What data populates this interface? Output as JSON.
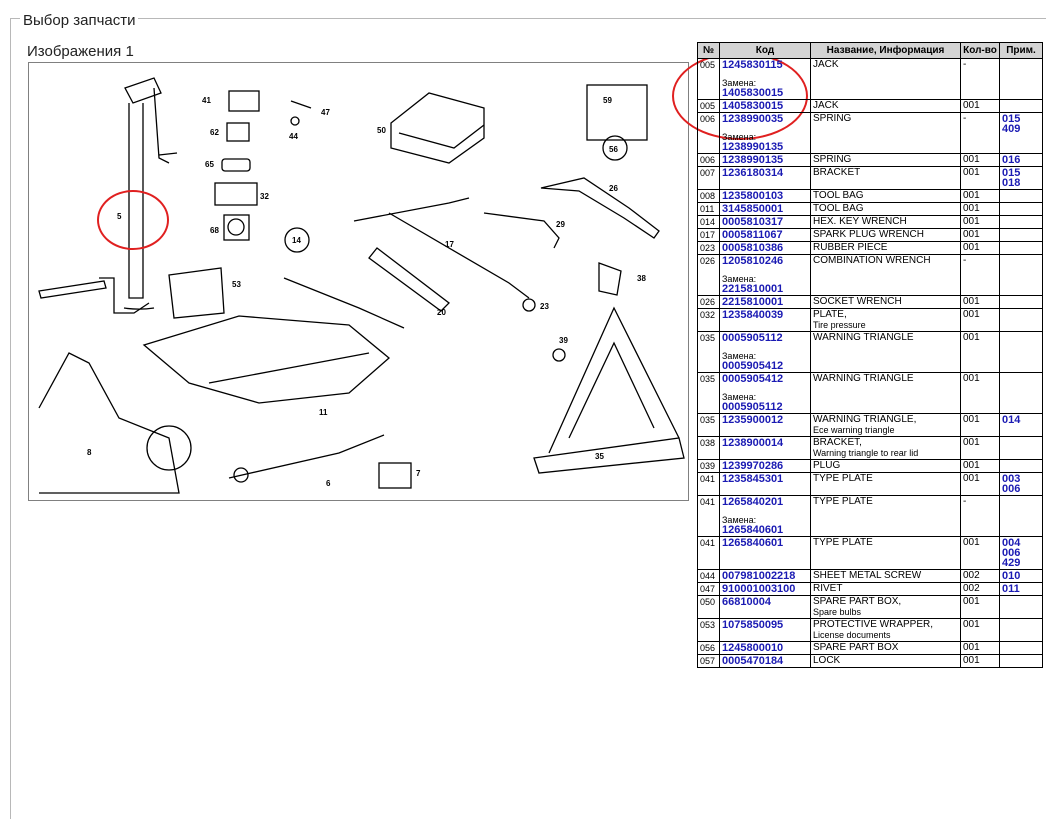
{
  "window": {
    "legend": "Выбор запчасти",
    "images_caption": "Изображения  1"
  },
  "diagram": {
    "labels": [
      "41",
      "47",
      "62",
      "44",
      "65",
      "32",
      "68",
      "50",
      "59",
      "56",
      "26",
      "5",
      "14",
      "17",
      "29",
      "53",
      "38",
      "20",
      "23",
      "39",
      "11",
      "35",
      "8",
      "6",
      "7"
    ]
  },
  "table": {
    "headers": {
      "pos": "№",
      "code": "Код",
      "name": "Название, Информация",
      "qty": "Кол-во",
      "note": "Прим."
    },
    "rows": [
      {
        "pos": "005",
        "code": "1245830115",
        "zamena_label": "Замена:",
        "zamena": "1405830015",
        "name": "JACK",
        "sub": "",
        "qty": "-",
        "note": ""
      },
      {
        "pos": "005",
        "code": "1405830015",
        "name": "JACK",
        "sub": "",
        "qty": "001",
        "note": ""
      },
      {
        "pos": "006",
        "code": "1238990035",
        "zamena_label": "Замена:",
        "zamena": "1238990135",
        "name": "SPRING",
        "sub": "",
        "qty": "-",
        "note": "015\n409"
      },
      {
        "pos": "006",
        "code": "1238990135",
        "name": "SPRING",
        "sub": "",
        "qty": "001",
        "note": "016"
      },
      {
        "pos": "007",
        "code": "1236180314",
        "name": "BRACKET",
        "sub": "",
        "qty": "001",
        "note": "015\n018"
      },
      {
        "pos": "008",
        "code": "1235800103",
        "name": "TOOL BAG",
        "sub": "",
        "qty": "001",
        "note": ""
      },
      {
        "pos": "011",
        "code": "3145850001",
        "name": "TOOL BAG",
        "sub": "",
        "qty": "001",
        "note": ""
      },
      {
        "pos": "014",
        "code": "0005810317",
        "name": "HEX. KEY WRENCH",
        "sub": "",
        "qty": "001",
        "note": ""
      },
      {
        "pos": "017",
        "code": "0005811067",
        "name": "SPARK PLUG WRENCH",
        "sub": "",
        "qty": "001",
        "note": ""
      },
      {
        "pos": "023",
        "code": "0005810386",
        "name": "RUBBER PIECE",
        "sub": "",
        "qty": "001",
        "note": ""
      },
      {
        "pos": "026",
        "code": "1205810246",
        "zamena_label": "Замена:",
        "zamena": "2215810001",
        "name": "COMBINATION WRENCH",
        "sub": "",
        "qty": "-",
        "note": ""
      },
      {
        "pos": "026",
        "code": "2215810001",
        "name": "SOCKET WRENCH",
        "sub": "",
        "qty": "001",
        "note": ""
      },
      {
        "pos": "032",
        "code": "1235840039",
        "name": "PLATE,",
        "sub": "Tire pressure",
        "qty": "001",
        "note": ""
      },
      {
        "pos": "035",
        "code": "0005905112",
        "zamena_label": "Замена:",
        "zamena": "0005905412",
        "name": "WARNING TRIANGLE",
        "sub": "",
        "qty": "001",
        "note": ""
      },
      {
        "pos": "035",
        "code": "0005905412",
        "zamena_label": "Замена:",
        "zamena": "0005905112",
        "name": "WARNING TRIANGLE",
        "sub": "",
        "qty": "001",
        "note": ""
      },
      {
        "pos": "035",
        "code": "1235900012",
        "name": "WARNING TRIANGLE,",
        "sub": "Ece warning triangle",
        "qty": "001",
        "note": "014"
      },
      {
        "pos": "038",
        "code": "1238900014",
        "name": "BRACKET,",
        "sub": "Warning triangle to rear lid",
        "qty": "001",
        "note": ""
      },
      {
        "pos": "039",
        "code": "1239970286",
        "name": "PLUG",
        "sub": "",
        "qty": "001",
        "note": ""
      },
      {
        "pos": "041",
        "code": "1235845301",
        "name": "TYPE PLATE",
        "sub": "",
        "qty": "001",
        "note": "003\n006"
      },
      {
        "pos": "041",
        "code": "1265840201",
        "zamena_label": "Замена:",
        "zamena": "1265840601",
        "name": "TYPE PLATE",
        "sub": "",
        "qty": "-",
        "note": ""
      },
      {
        "pos": "041",
        "code": "1265840601",
        "name": "TYPE PLATE",
        "sub": "",
        "qty": "001",
        "note": "004\n006\n429"
      },
      {
        "pos": "044",
        "code": "007981002218",
        "name": "SHEET METAL SCREW",
        "sub": "",
        "qty": "002",
        "note": "010"
      },
      {
        "pos": "047",
        "code": "910001003100",
        "name": "RIVET",
        "sub": "",
        "qty": "002",
        "note": "011"
      },
      {
        "pos": "050",
        "code": "66810004",
        "name": "SPARE PART BOX,",
        "sub": "Spare bulbs",
        "qty": "001",
        "note": ""
      },
      {
        "pos": "053",
        "code": "1075850095",
        "name": "PROTECTIVE WRAPPER,",
        "sub": "License documents",
        "qty": "001",
        "note": ""
      },
      {
        "pos": "056",
        "code": "1245800010",
        "name": "SPARE PART BOX",
        "sub": "",
        "qty": "001",
        "note": ""
      },
      {
        "pos": "057",
        "code": "0005470184",
        "name": "LOCK",
        "sub": "",
        "qty": "001",
        "note": ""
      }
    ]
  }
}
